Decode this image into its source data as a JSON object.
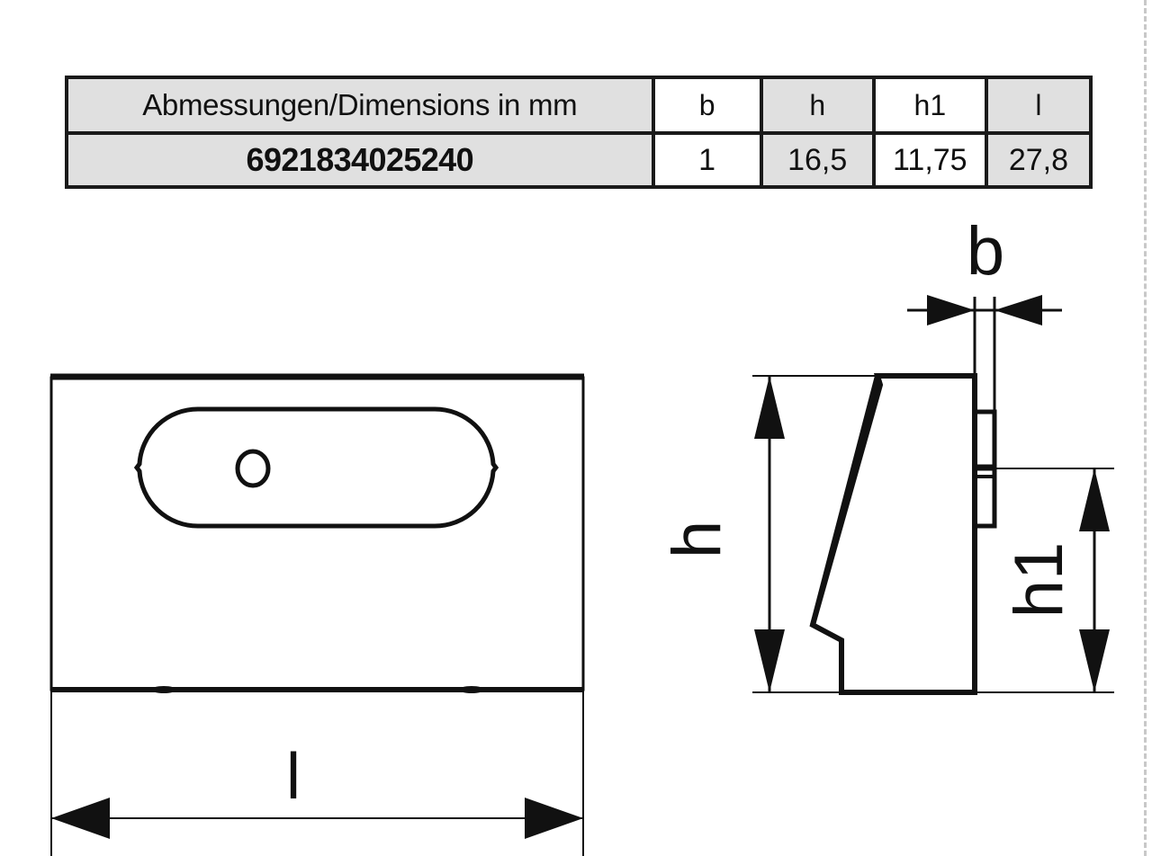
{
  "table": {
    "header": {
      "title": "Abmessungen/Dimensions in mm",
      "columns": [
        "b",
        "h",
        "h1",
        "l"
      ]
    },
    "row": {
      "part_number": "6921834025240",
      "values": [
        "1",
        "16,5",
        "11,75",
        "27,8"
      ]
    }
  },
  "drawing": {
    "front_view": {
      "dimension_label_l": "l"
    },
    "side_view": {
      "dimension_label_b": "b",
      "dimension_label_h": "h",
      "dimension_label_h1": "h1"
    }
  },
  "colors": {
    "line": "#111111",
    "table_border": "#1a1a1a",
    "cell_gray": "#e0e0e0",
    "cell_white": "#ffffff",
    "page_edge": "#c8c8c8"
  }
}
